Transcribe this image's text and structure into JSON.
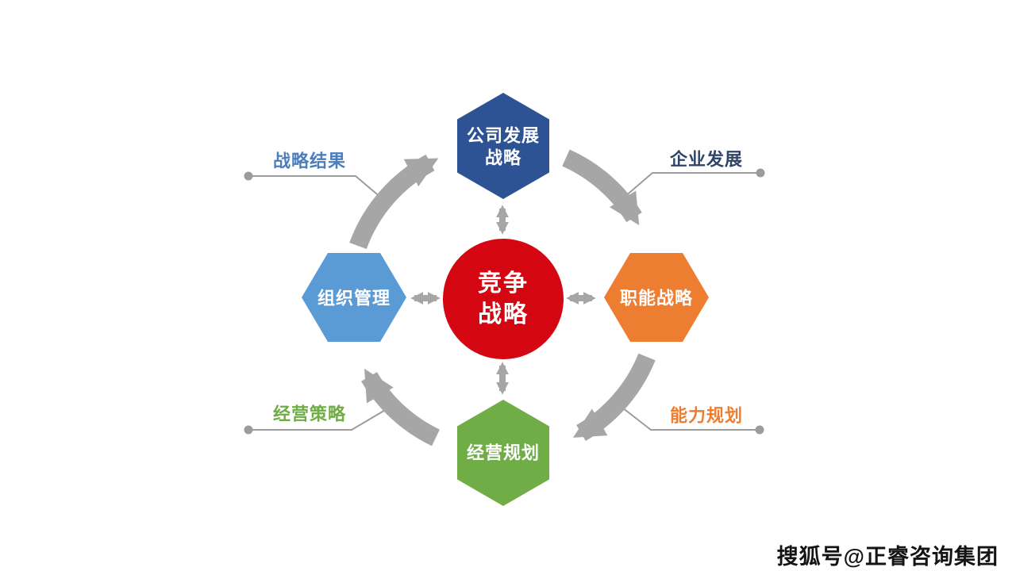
{
  "colors": {
    "hexTop": "#2E5394",
    "hexLeft": "#5B9BD5",
    "hexRight": "#ED7D31",
    "hexBottom": "#70AD47",
    "circle": "#D40612",
    "arrow": "#A6A6A6",
    "callout_line": "#9C9C9C",
    "label_tl": "#4A7EBC",
    "label_tr": "#2E4568",
    "label_bl": "#6FAC45",
    "label_br": "#ED7D31",
    "hex_text": "#FFFFFF",
    "watermark_text": "#141414"
  },
  "diagram": {
    "center": {
      "line1": "竞争",
      "line2": "战略"
    },
    "nodes": {
      "top": {
        "line1": "公司发展",
        "line2": "战略"
      },
      "left": {
        "label": "组织管理"
      },
      "right": {
        "label": "职能战略"
      },
      "bottom": {
        "label": "经营规划"
      }
    },
    "callouts": {
      "top_left": "战略结果",
      "top_right": "企业发展",
      "bottom_left": "经营策略",
      "bottom_right": "能力规划"
    }
  },
  "watermark": "搜狐号@正睿咨询集团"
}
